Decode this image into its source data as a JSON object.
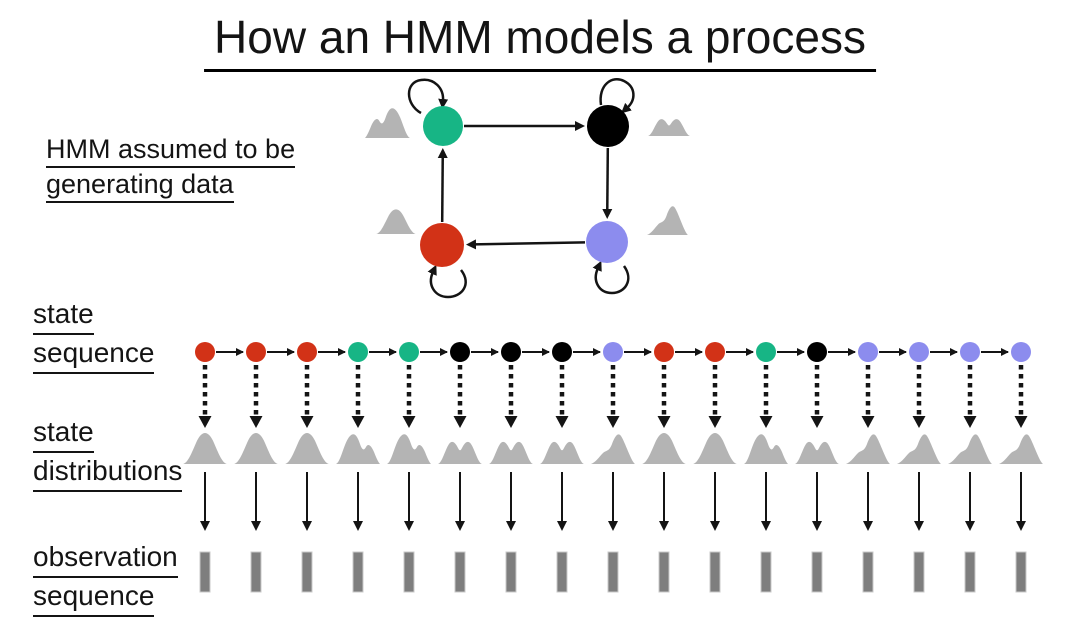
{
  "title": "How an HMM models a process",
  "note": {
    "line1": "HMM assumed to be",
    "line2": "generating data"
  },
  "row_labels": {
    "state_sequence": {
      "line1": "state",
      "line2": "sequence"
    },
    "state_distributions": {
      "line1": "state",
      "line2": "distributions"
    },
    "observation_sequence": {
      "line1": "observation",
      "line2": "sequence"
    }
  },
  "colors": {
    "state_red": "#d23217",
    "state_green": "#17b585",
    "state_black": "#000000",
    "state_purple": "#8c8cee",
    "mountain_gray": "#b4b4b4",
    "bar_gray": "#7e7e7e",
    "bar_border": "#c8c8c8",
    "ink": "#141414"
  },
  "icons": {
    "distribution": "mountain-curve-icon",
    "observation": "bar-icon",
    "transition": "arrow-icon",
    "emission": "dashed-arrow-icon"
  },
  "hmm_diagram": {
    "nodes": [
      {
        "id": "green",
        "color": "state_green",
        "self_loop": "top-left",
        "mountain_side": "left",
        "mountain_variant": "bump_left"
      },
      {
        "id": "black",
        "color": "state_black",
        "self_loop": "top-right",
        "mountain_side": "right",
        "mountain_variant": "double"
      },
      {
        "id": "red",
        "color": "state_red",
        "self_loop": "bottom",
        "mountain_side": "left",
        "mountain_variant": "single"
      },
      {
        "id": "purple",
        "color": "state_purple",
        "self_loop": "bottom",
        "mountain_side": "right",
        "mountain_variant": "skewed"
      }
    ],
    "transitions": [
      {
        "from": "green",
        "to": "black"
      },
      {
        "from": "black",
        "to": "purple"
      },
      {
        "from": "purple",
        "to": "red"
      },
      {
        "from": "red",
        "to": "green"
      }
    ]
  },
  "sequence": {
    "states": [
      "red",
      "red",
      "red",
      "green",
      "green",
      "black",
      "black",
      "black",
      "purple",
      "red",
      "red",
      "green",
      "black",
      "purple",
      "purple",
      "purple",
      "purple"
    ]
  },
  "distribution_variants": {
    "red": "single",
    "green": "bump",
    "black": "double",
    "purple": "skewed"
  }
}
